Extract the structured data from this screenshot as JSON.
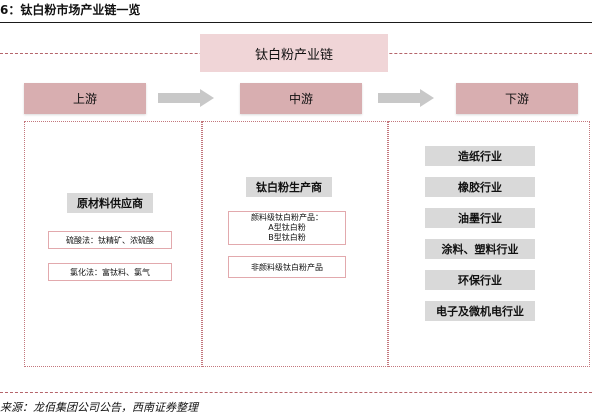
{
  "figure_title": "6：钛白粉市场产业链一览",
  "chain_title": "钛白粉产业链",
  "stages": {
    "upstream": "上游",
    "midstream": "中游",
    "downstream": "下游"
  },
  "upstream": {
    "header": "原材料供应商",
    "methods": [
      "硫酸法：钛精矿、浓硫酸",
      "氯化法：富钛料、氯气"
    ]
  },
  "midstream": {
    "header": "钛白粉生产商",
    "pigment_products": {
      "label": "颜料级钛白粉产品：",
      "items": [
        "A型钛白粉",
        "B型钛白粉"
      ]
    },
    "non_pigment": "非颜料级钛白粉产品"
  },
  "downstream": {
    "industries": [
      "造纸行业",
      "橡胶行业",
      "油墨行业",
      "涂料、塑料行业",
      "环保行业",
      "电子及微机电行业"
    ]
  },
  "source": "来源：龙佰集团公司公告，西南证券整理",
  "colors": {
    "stage_fill": "#d8aeb0",
    "title_fill": "#f0d5d7",
    "dotted_border": "#c3777d",
    "box_gray": "#d9d9d9",
    "arrow_gray": "#c8c8c8"
  }
}
